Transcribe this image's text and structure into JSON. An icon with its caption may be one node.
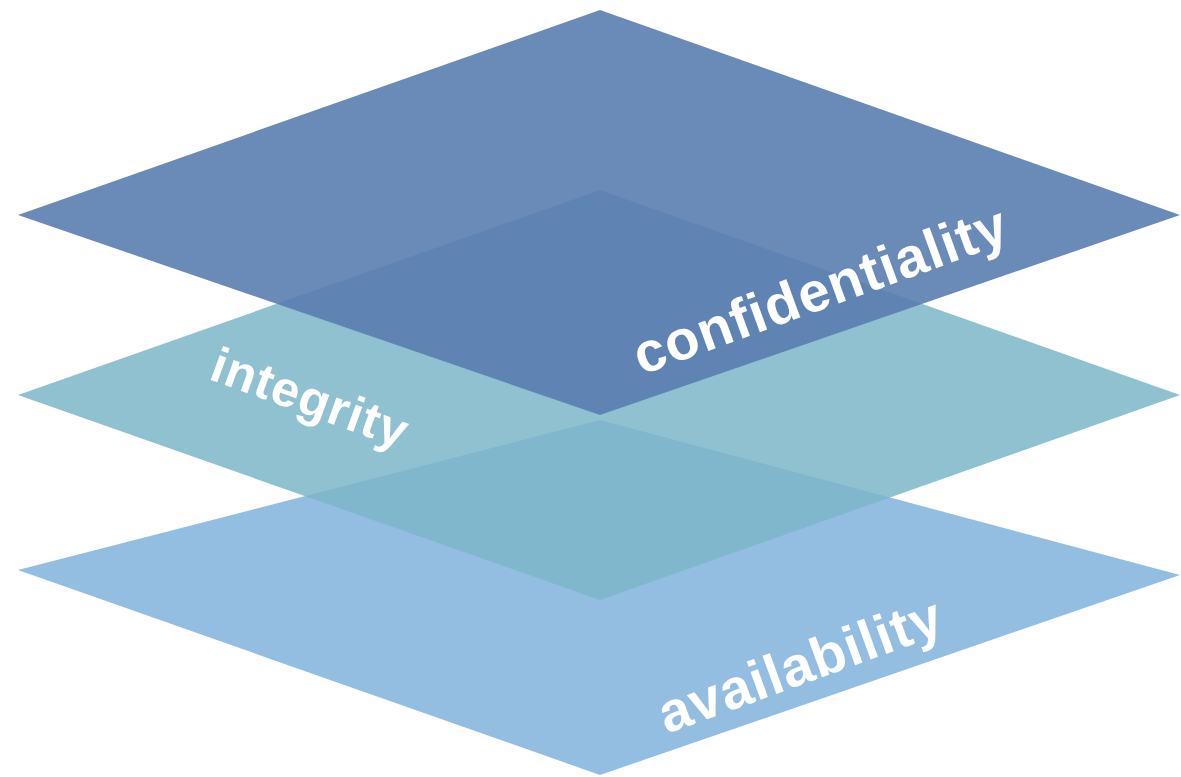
{
  "diagram": {
    "nodes": [
      {
        "text": [
          "confidentiality"
        ]
      },
      {
        "text": [
          "integrity"
        ]
      },
      {
        "text": [
          "availability"
        ]
      }
    ]
  }
}
